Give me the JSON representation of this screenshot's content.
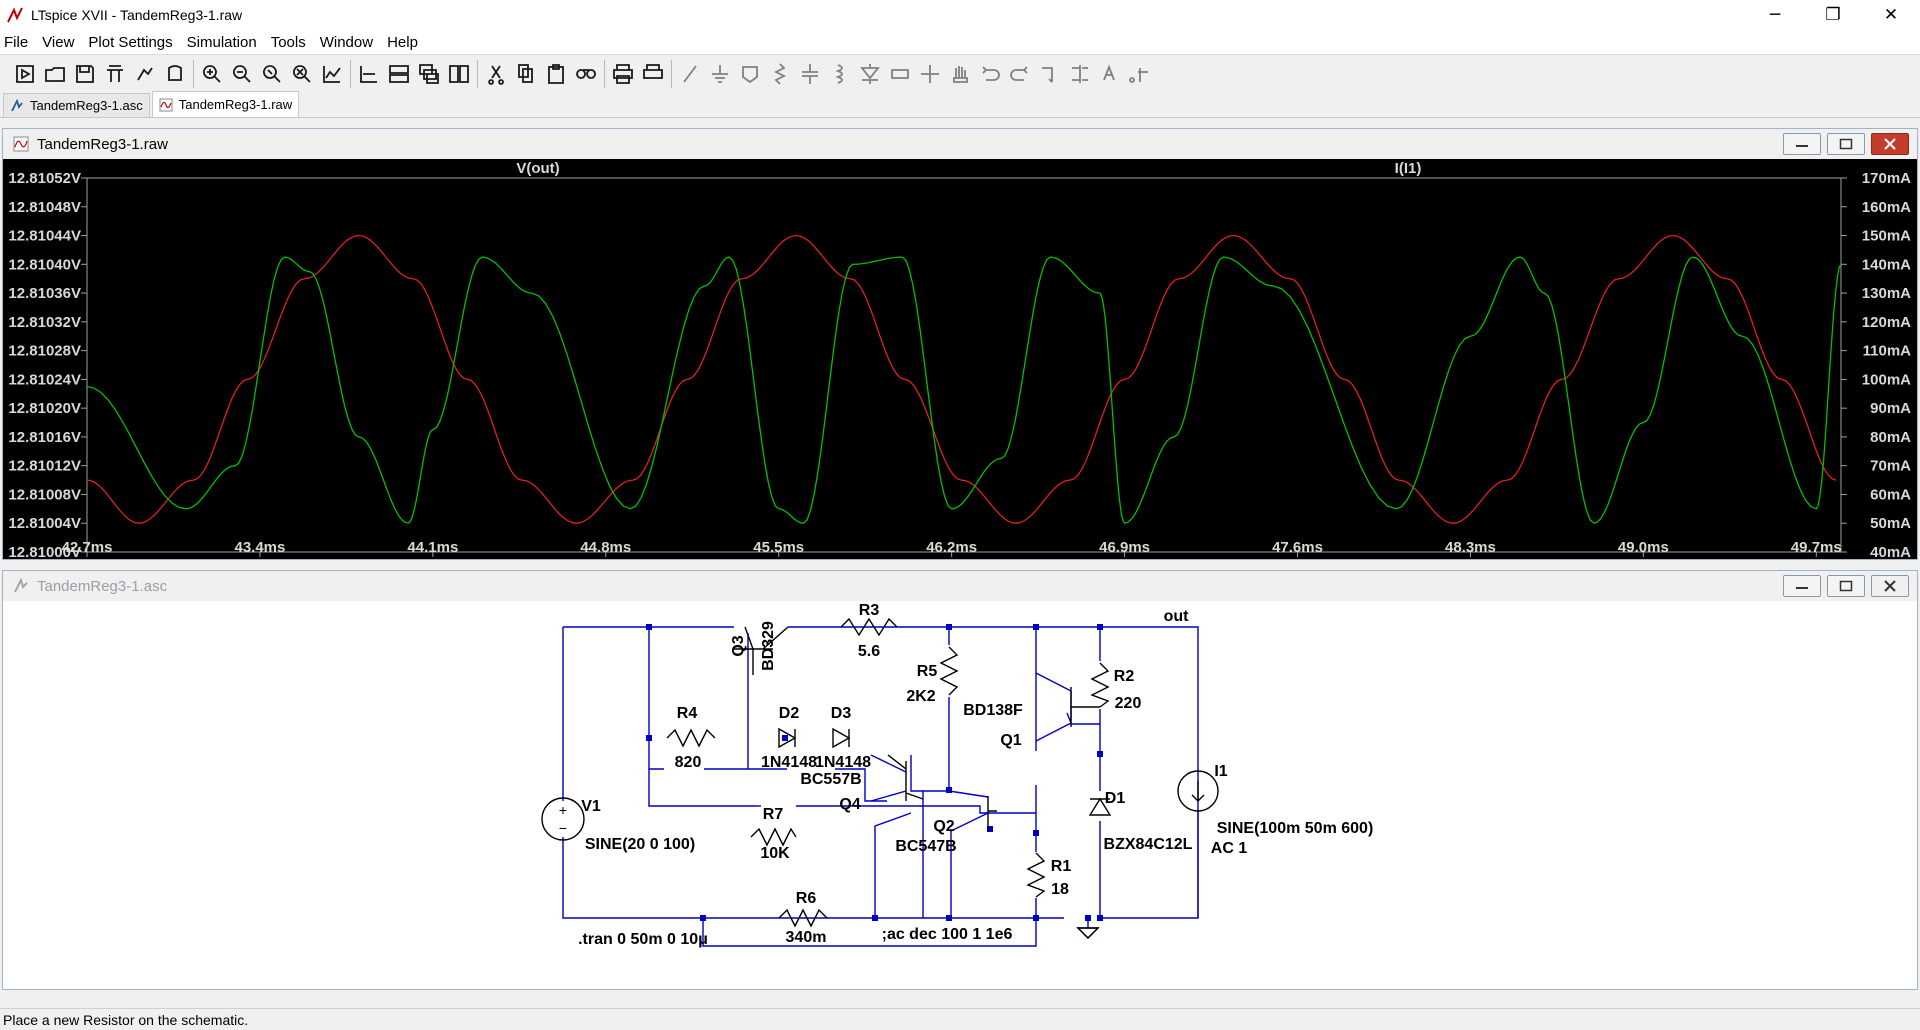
{
  "window": {
    "title": "LTspice XVII - TandemReg3-1.raw"
  },
  "menu": [
    "File",
    "View",
    "Plot Settings",
    "Simulation",
    "Tools",
    "Window",
    "Help"
  ],
  "toolbar_icons": [
    "open-schematic-icon",
    "open-file-icon",
    "save-icon",
    "control-panel-icon",
    "run-icon",
    "halt-icon",
    "zoom-in-icon",
    "zoom-out-icon",
    "zoom-fit-icon",
    "zoom-cancel-icon",
    "autorange-icon",
    "add-trace-icon",
    "tile-horizontal-icon",
    "cascade-icon",
    "tile-vertical-icon",
    "cut-icon",
    "copy-icon",
    "paste-icon",
    "find-icon",
    "print-icon",
    "print-setup-icon",
    "wire-icon",
    "ground-icon",
    "label-icon",
    "resistor-icon",
    "capacitor-icon",
    "inductor-icon",
    "diode-icon",
    "component-icon",
    "move-icon",
    "drag-icon",
    "undo-icon",
    "redo-icon",
    "rotate-icon",
    "mirror-icon",
    "text-icon",
    "spice-directive-icon"
  ],
  "tabs": [
    {
      "label": "TandemReg3-1.asc",
      "icon": "schematic-icon",
      "active": false
    },
    {
      "label": "TandemReg3-1.raw",
      "icon": "waveform-icon",
      "active": true
    }
  ],
  "waveform_window": {
    "title": "TandemReg3-1.raw"
  },
  "schematic_window": {
    "title": "TandemReg3-1.asc"
  },
  "status": "Place a new Resistor on the schematic.",
  "colors": {
    "vout": "#00c000",
    "il1": "#e02020",
    "plot_bg": "#000000",
    "wire": "#0000c0"
  },
  "chart_data": {
    "type": "line",
    "x_ticks": [
      "42.7ms",
      "43.4ms",
      "44.1ms",
      "44.8ms",
      "45.5ms",
      "46.2ms",
      "46.9ms",
      "47.6ms",
      "48.3ms",
      "49.0ms",
      "49.7ms"
    ],
    "xlim": [
      42.7,
      49.8
    ],
    "y_left_ticks": [
      "12.81052V",
      "12.81048V",
      "12.81044V",
      "12.81040V",
      "12.81036V",
      "12.81032V",
      "12.81028V",
      "12.81024V",
      "12.81020V",
      "12.81016V",
      "12.81012V",
      "12.81008V",
      "12.81004V",
      "12.81000V"
    ],
    "y_left_lim": [
      12.81,
      12.81052
    ],
    "y_right_ticks": [
      "170mA",
      "160mA",
      "150mA",
      "140mA",
      "130mA",
      "120mA",
      "110mA",
      "100mA",
      "90mA",
      "80mA",
      "70mA",
      "60mA",
      "50mA",
      "40mA"
    ],
    "y_right_lim": [
      40,
      170
    ],
    "series": [
      {
        "name": "V(out)",
        "axis": "left",
        "x": [
          42.7,
          43.1,
          43.3,
          43.5,
          43.6,
          43.8,
          44.0,
          44.1,
          44.3,
          44.5,
          44.9,
          45.2,
          45.3,
          45.5,
          45.6,
          45.8,
          46.0,
          46.2,
          46.4,
          46.6,
          46.8,
          46.9,
          47.1,
          47.3,
          47.5,
          48.0,
          48.3,
          48.5,
          48.6,
          48.8,
          49.0,
          49.2,
          49.4,
          49.7,
          49.8
        ],
        "y": [
          12.81023,
          12.81006,
          12.81012,
          12.81041,
          12.81039,
          12.81016,
          12.81004,
          12.81017,
          12.81041,
          12.81036,
          12.81006,
          12.81037,
          12.81041,
          12.81006,
          12.81004,
          12.8104,
          12.81041,
          12.81006,
          12.81013,
          12.81041,
          12.81036,
          12.81004,
          12.81016,
          12.81041,
          12.81037,
          12.81006,
          12.8103,
          12.81041,
          12.81036,
          12.81004,
          12.81018,
          12.81041,
          12.8103,
          12.81006,
          12.8104
        ]
      },
      {
        "name": "I(I1)",
        "axis": "right",
        "x": [
          42.7,
          42.91,
          43.13,
          43.35,
          43.58,
          43.8,
          44.02,
          44.24,
          44.46,
          44.68,
          44.91,
          45.13,
          45.35,
          45.57,
          45.79,
          46.01,
          46.24,
          46.46,
          46.68,
          46.9,
          47.12,
          47.34,
          47.57,
          47.79,
          48.01,
          48.23,
          48.45,
          48.67,
          48.9,
          49.12,
          49.34,
          49.56,
          49.78
        ],
        "y": [
          65,
          50,
          65,
          100,
          135,
          150,
          135,
          100,
          65,
          50,
          65,
          100,
          135,
          150,
          135,
          100,
          65,
          50,
          65,
          100,
          135,
          150,
          135,
          100,
          65,
          50,
          65,
          100,
          135,
          150,
          135,
          100,
          65
        ]
      }
    ]
  },
  "schematic": {
    "labels": {
      "q3": "Q3",
      "q3_part": "BD329",
      "r3": "R3",
      "r3_val": "5.6",
      "out": "out",
      "r4": "R4",
      "r4_val": "820",
      "d2": "D2",
      "d2_part": "1N4148",
      "d3": "D3",
      "d3_part": "1N4148",
      "r5": "R5",
      "r5_val": "2K2",
      "q1_part": "BD138F",
      "q1": "Q1",
      "r2": "R2",
      "r2_val": "220",
      "q4_part": "BC557B",
      "q4": "Q4",
      "v1": "V1",
      "v1_val": "SINE(20 0 100)",
      "r7": "R7",
      "r7_val": "10K",
      "q2": "Q2",
      "q2_part": "BC547B",
      "i1": "I1",
      "i1_val": "SINE(100m 50m 600)",
      "i1_ac": "AC 1",
      "d1": "D1",
      "d1_part": "BZX84C12L",
      "r1": "R1",
      "r1_val": "18",
      "r6": "R6",
      "r6_val": "340m",
      "tran": ".tran 0 50m 0 10μ",
      "ac": ";ac dec 100 1 1e6"
    }
  }
}
